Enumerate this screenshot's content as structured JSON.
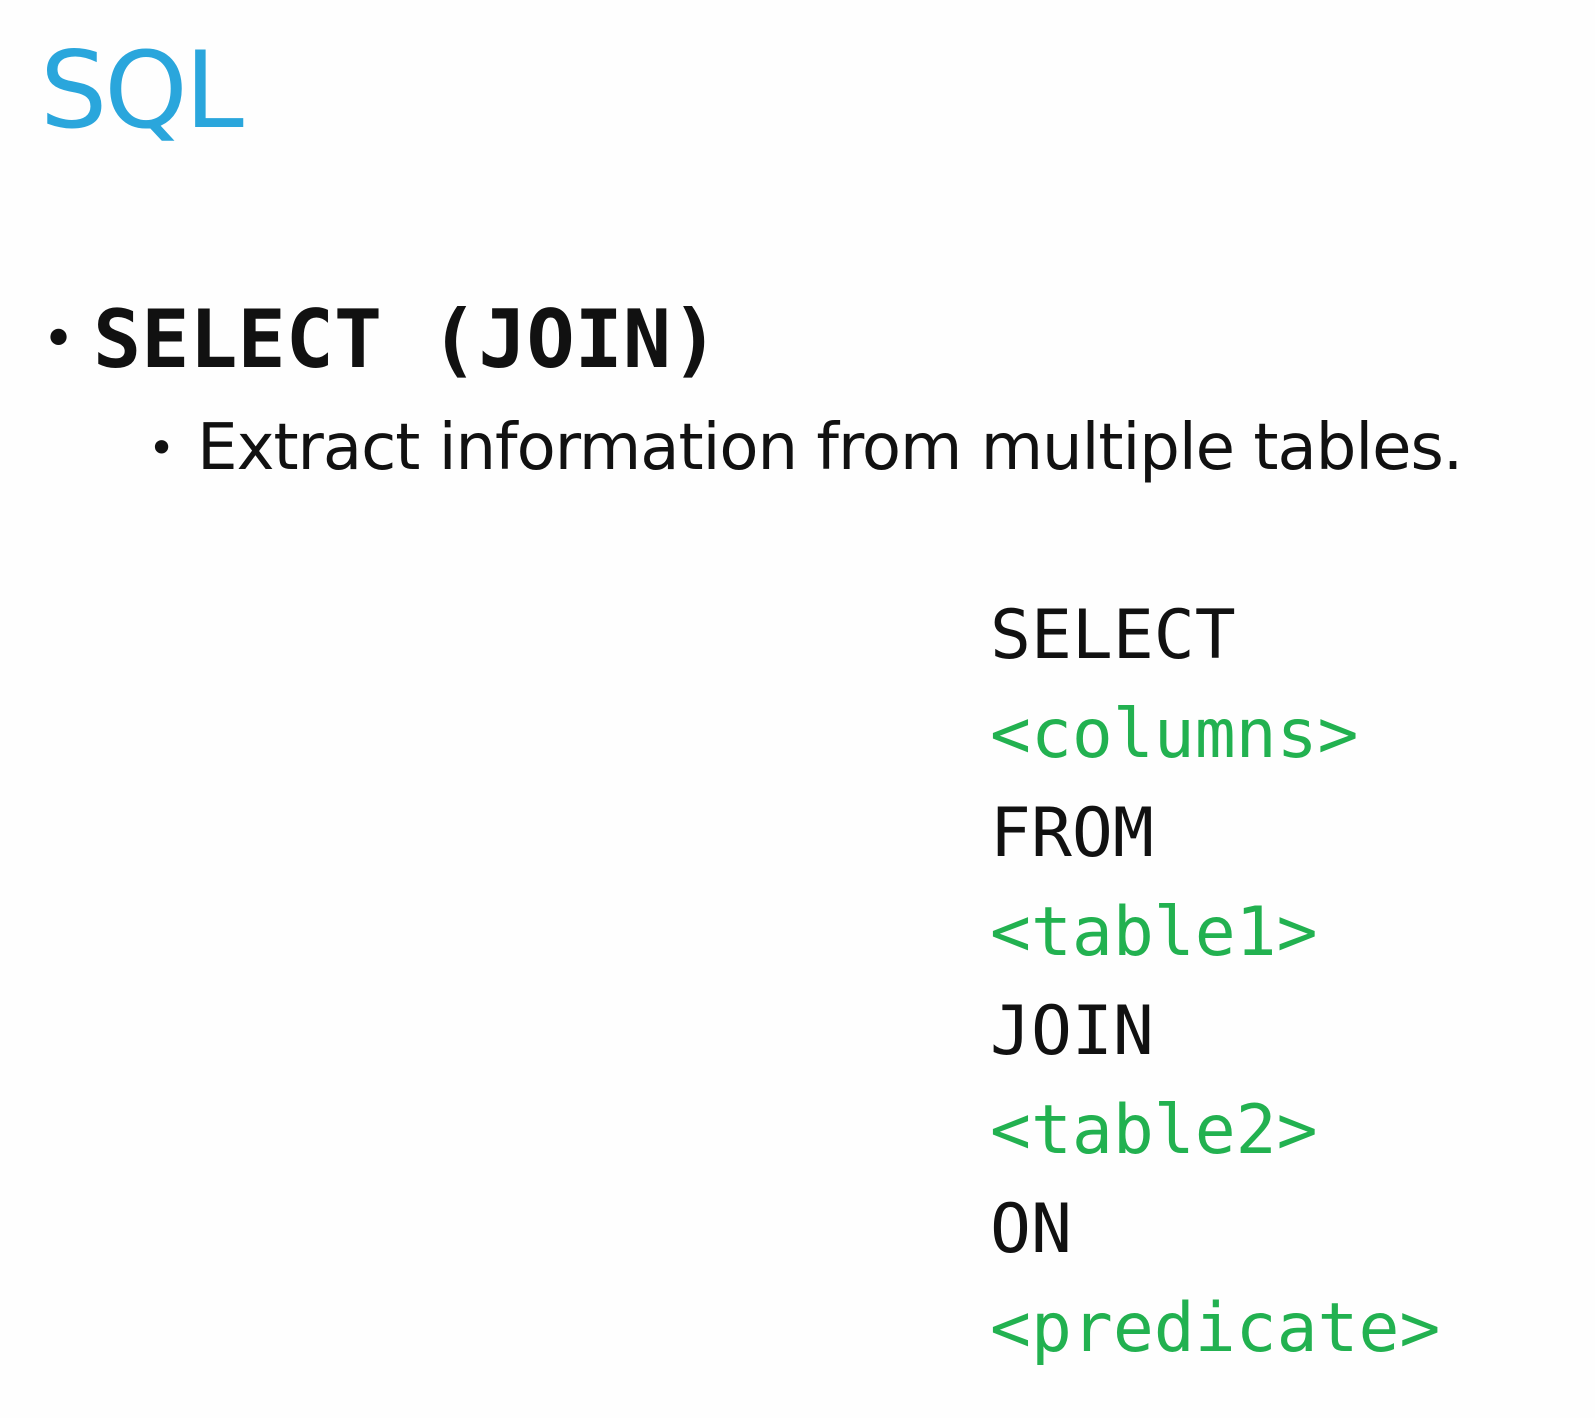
{
  "title": "SQL",
  "bullets": {
    "level1": "SELECT (JOIN)",
    "level2": "Extract information from multiple tables."
  },
  "bullet_glyph": "•",
  "code": {
    "lines": [
      {
        "text": "SELECT",
        "kind": "keyword"
      },
      {
        "text": "<columns>",
        "kind": "placeholder"
      },
      {
        "text": "FROM",
        "kind": "keyword"
      },
      {
        "text": "<table1>",
        "kind": "placeholder"
      },
      {
        "text": "JOIN",
        "kind": "keyword"
      },
      {
        "text": "<table2>",
        "kind": "placeholder"
      },
      {
        "text": "ON",
        "kind": "keyword"
      },
      {
        "text": "<predicate>",
        "kind": "placeholder"
      }
    ]
  },
  "colors": {
    "title": "#2aa6dc",
    "text": "#111111",
    "placeholder": "#22b150",
    "background": "#fefefe"
  }
}
